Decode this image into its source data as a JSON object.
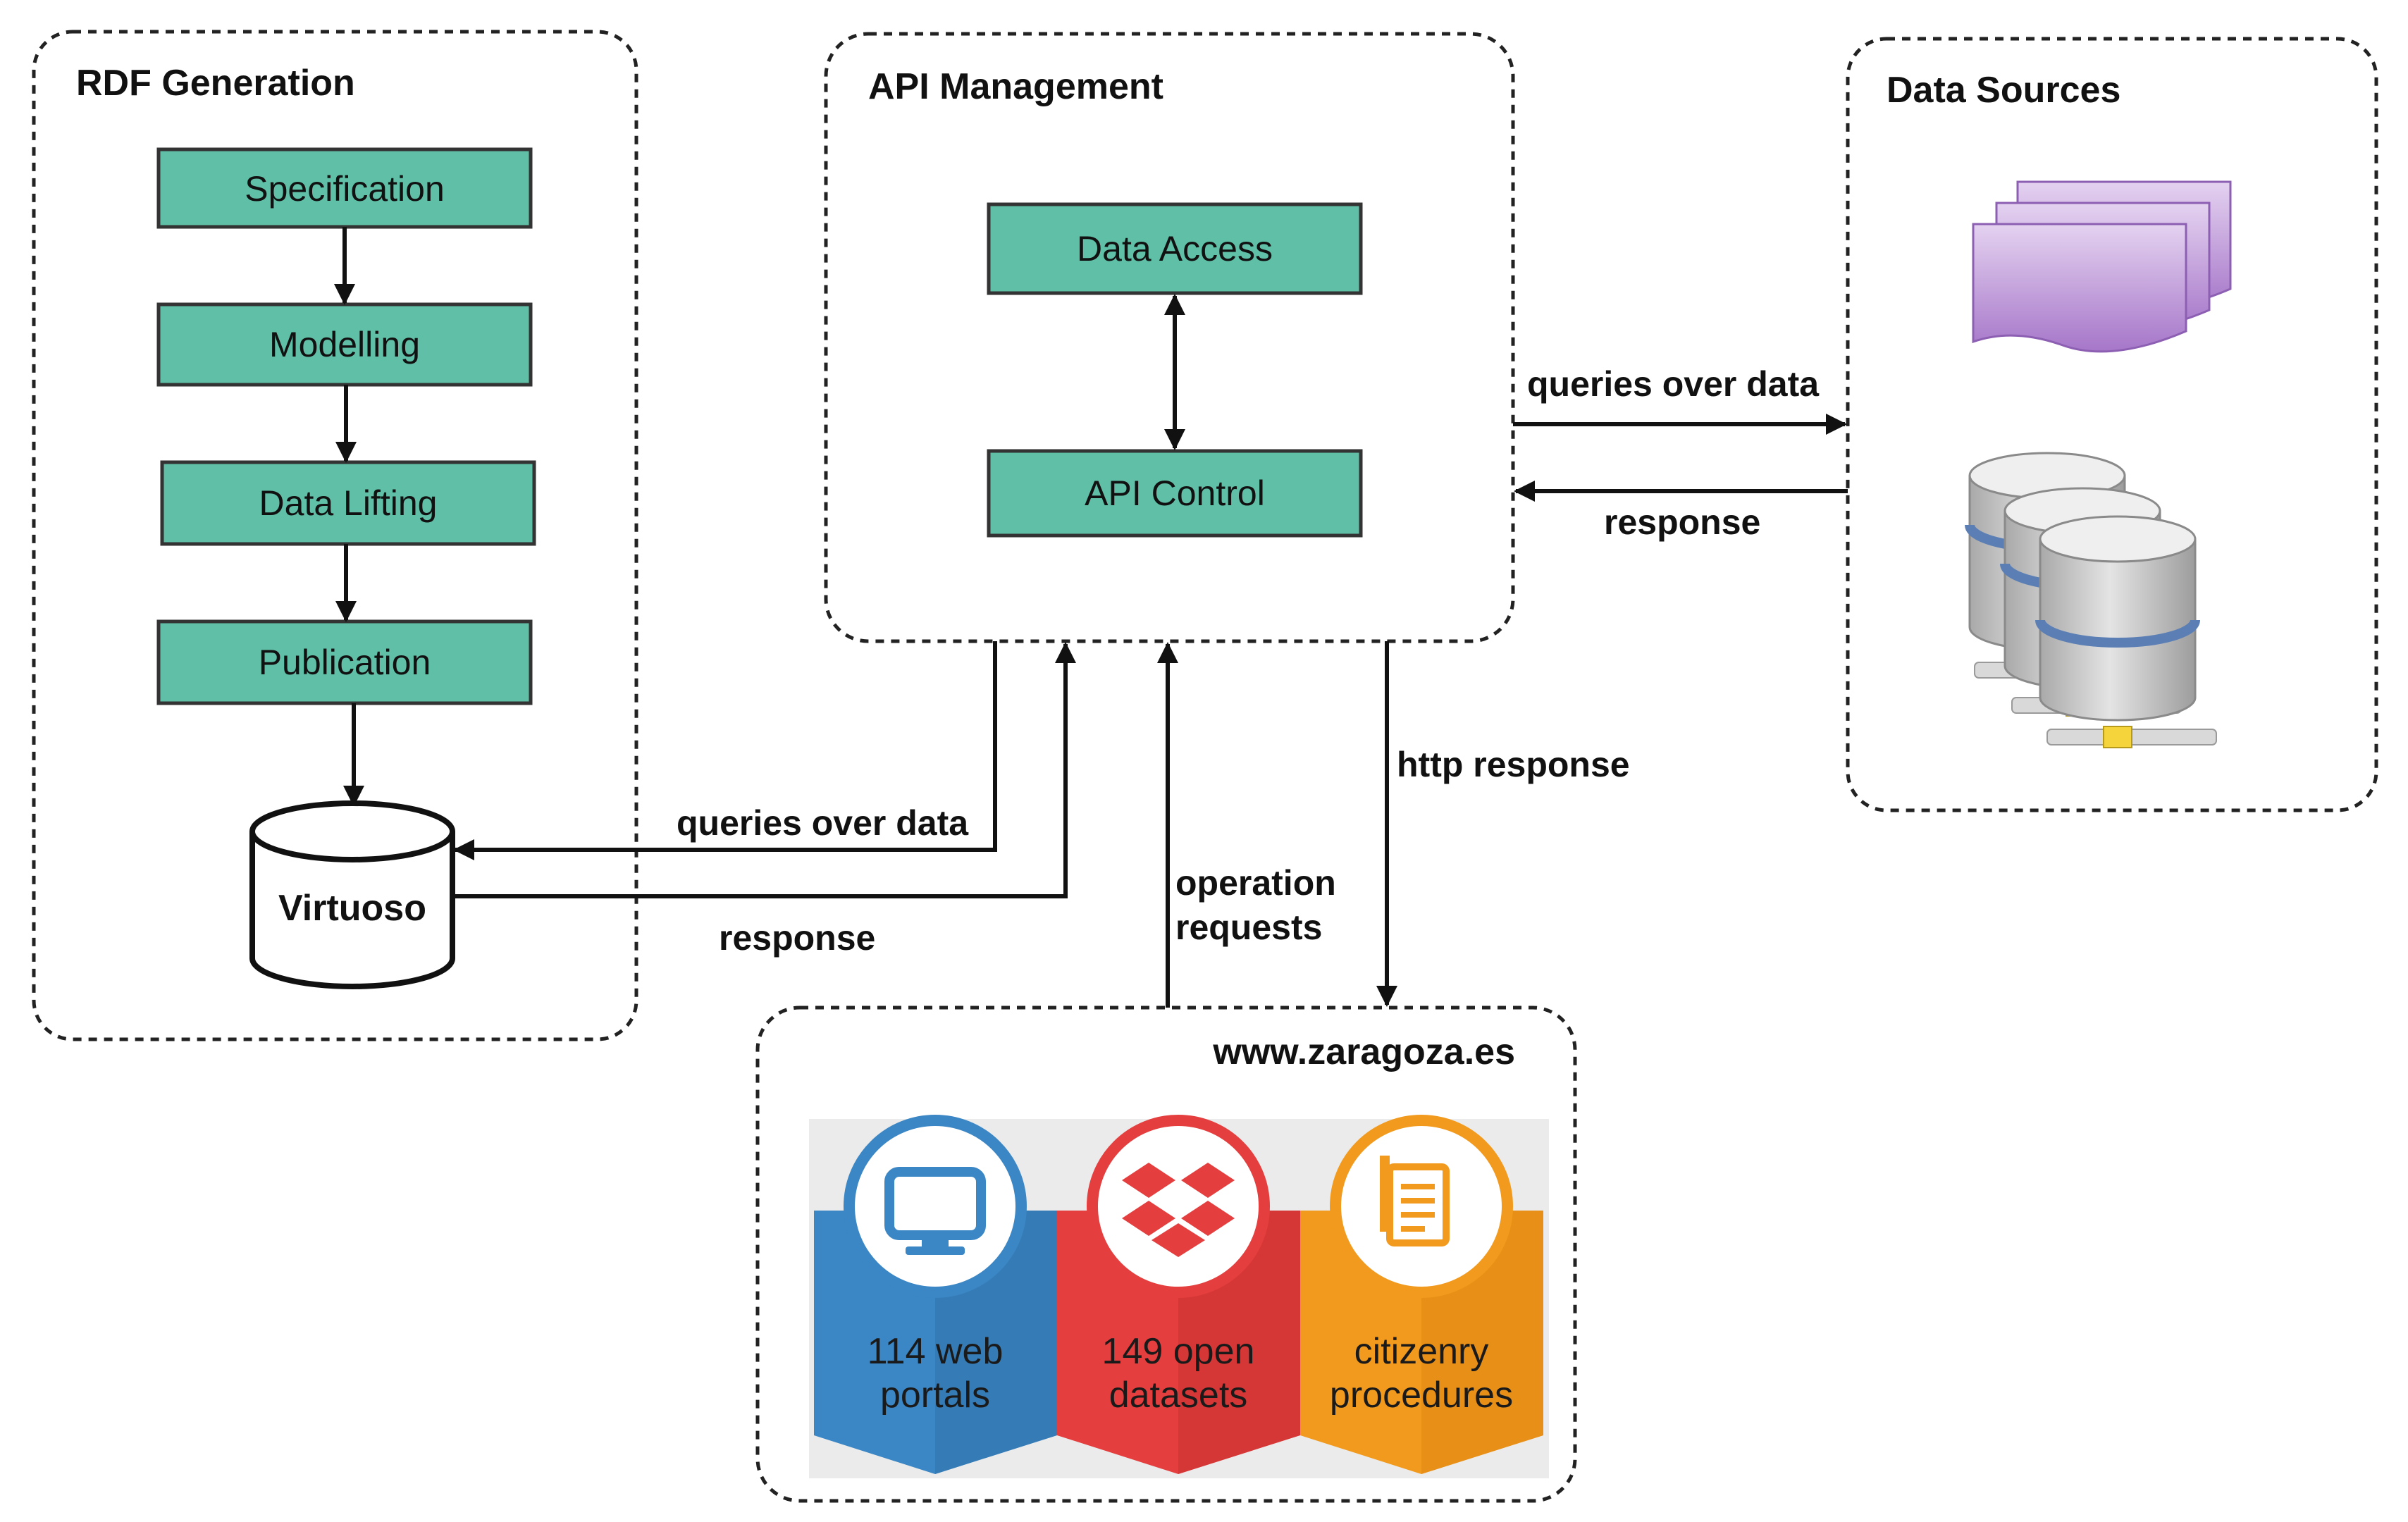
{
  "groups": {
    "rdf_generation": "RDF Generation",
    "api_management": "API Management",
    "data_sources": "Data Sources",
    "website": "www.zaragoza.es"
  },
  "rdf_steps": [
    "Specification",
    "Modelling",
    "Data Lifting",
    "Publication"
  ],
  "database": "Virtuoso",
  "api_boxes": {
    "data_access": "Data Access",
    "api_control": "API Control"
  },
  "edges": {
    "api_to_sources": "queries over data",
    "sources_to_api": "response",
    "api_to_virtuoso": "queries over data",
    "virtuoso_to_api": "response",
    "operation_requests_line1": "operation",
    "operation_requests_line2": "requests",
    "http_response": "http response"
  },
  "website_stats": [
    {
      "line1": "114 web",
      "line2": "portals",
      "icon": "monitor-icon",
      "color": "#3b86c4"
    },
    {
      "line1": "149 open",
      "line2": "datasets",
      "icon": "dropbox-icon",
      "color": "#e53e3e"
    },
    {
      "line1": "citizenry",
      "line2": "procedures",
      "icon": "document-icon",
      "color": "#f29a1d"
    }
  ],
  "colors": {
    "process_box": "#5fbfa7",
    "document_stack": "#b98ad6",
    "database_disk": "#cfcfcf",
    "database_band": "#5b7fb5"
  }
}
